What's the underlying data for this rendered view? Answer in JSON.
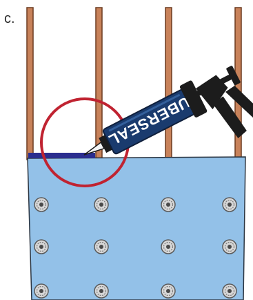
{
  "step_label": "c.",
  "caulk_tube": {
    "brand_text": "UBERSEAL"
  },
  "colors": {
    "stud_fill": "#c8825a",
    "stud_edge": "#6b3b20",
    "board_fill": "#93c1e8",
    "board_edge": "#2a3440",
    "sealant_bead": "#2b2e8f",
    "highlight_circle": "#c02331",
    "tube_body": "#1a3b6e",
    "gun_body": "#1c1c1c",
    "fastener": "#9a9a9a"
  },
  "icons": {
    "highlight": "circle-outline",
    "tool": "caulk-gun-icon",
    "fasteners": "plate-washer-icon"
  }
}
